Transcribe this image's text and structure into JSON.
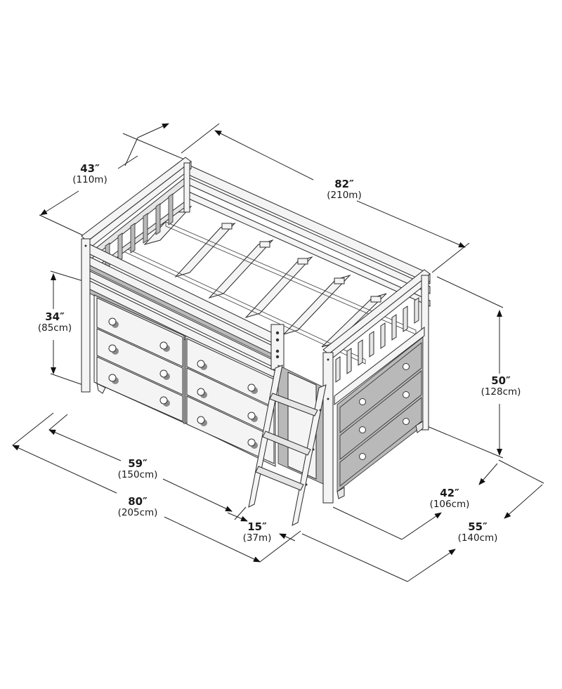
{
  "diagram": {
    "subject": "Loft bed with dressers and ladder",
    "dimensions": {
      "width_top": {
        "imperial": "43″",
        "metric": "(110m)"
      },
      "length_top": {
        "imperial": "82″",
        "metric": "(210m)"
      },
      "dresser_height": {
        "imperial": "34″",
        "metric": "(85cm)"
      },
      "total_height": {
        "imperial": "50″",
        "metric": "(128cm)"
      },
      "dresser_length": {
        "imperial": "59″",
        "metric": "(150cm)"
      },
      "total_length": {
        "imperial": "80″",
        "metric": "(205cm)"
      },
      "ladder_depth": {
        "imperial": "15″",
        "metric": "(37m)"
      },
      "depth": {
        "imperial": "42″",
        "metric": "(106cm)"
      },
      "total_depth": {
        "imperial": "55″",
        "metric": "(140cm)"
      }
    },
    "colors": {
      "line": "#2a2a2a",
      "panel": "#f4f4f4",
      "shade": "#b9b9b9",
      "background": "#ffffff"
    }
  }
}
